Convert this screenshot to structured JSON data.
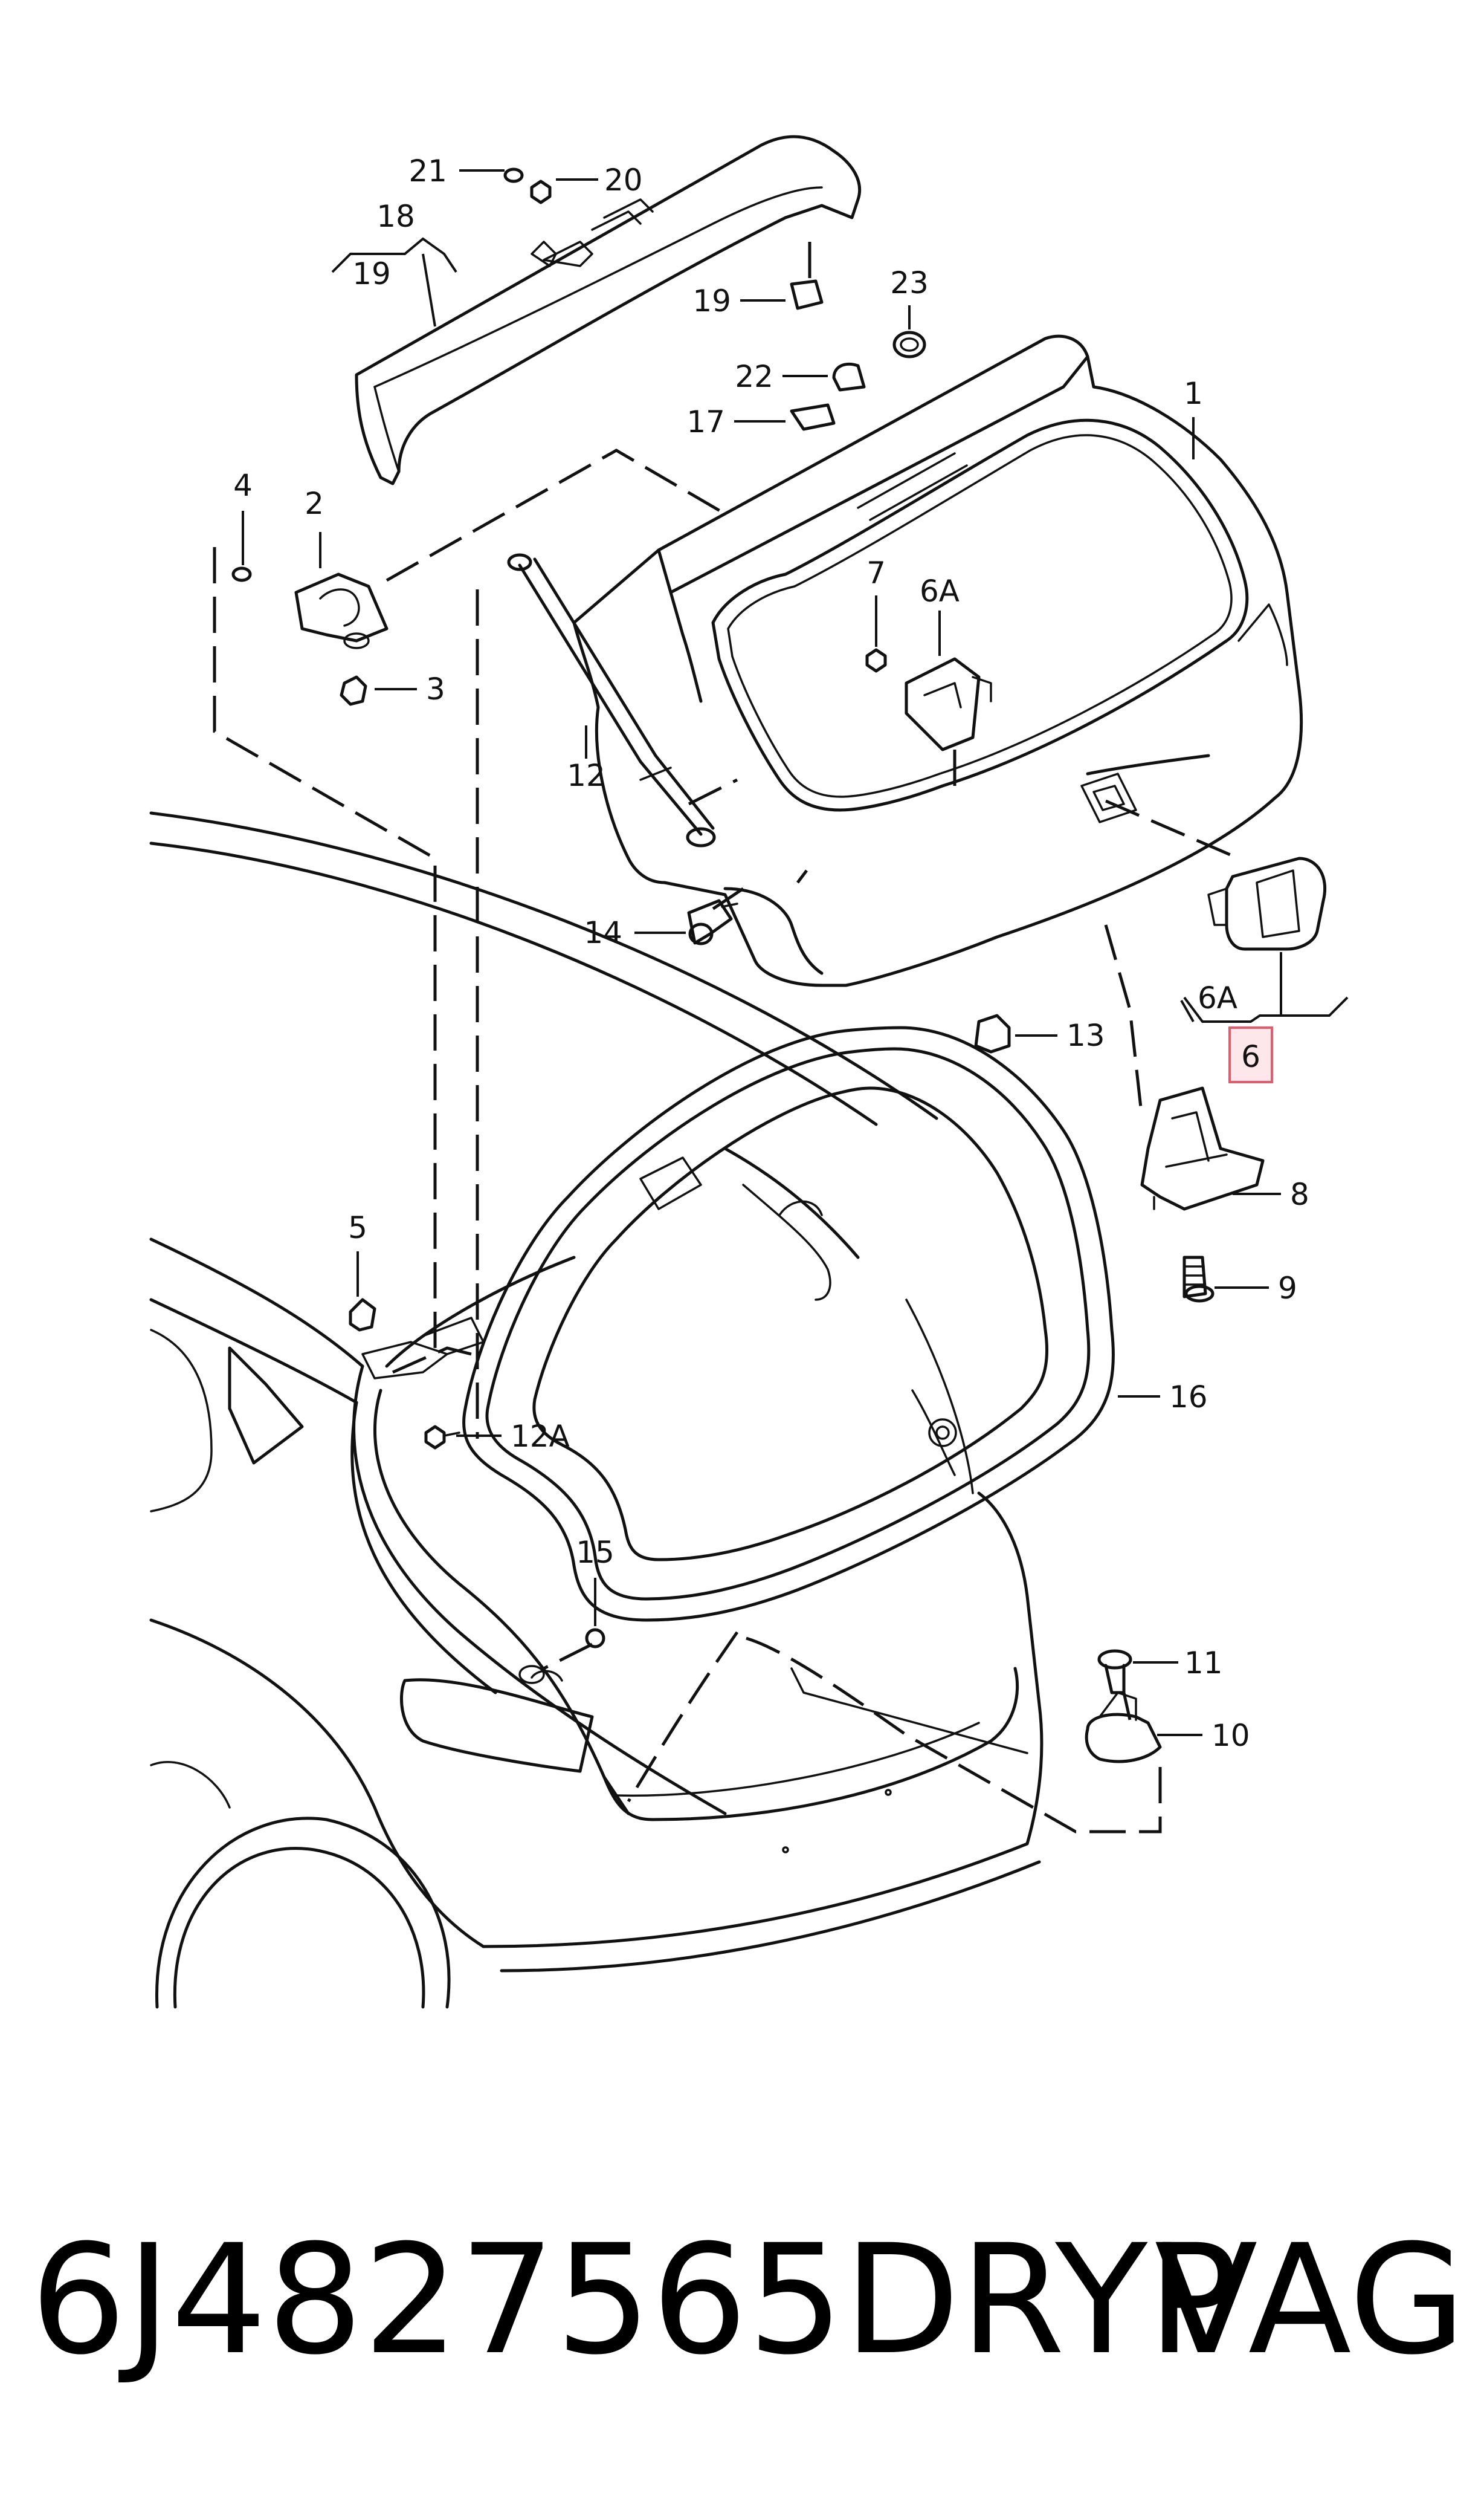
{
  "callouts": {
    "c1": "1",
    "c2": "2",
    "c3": "3",
    "c4": "4",
    "c5": "5",
    "c6": "6",
    "c6a_top": "6A",
    "c6a_bottom": "6A",
    "c7": "7",
    "c8": "8",
    "c9": "9",
    "c10": "10",
    "c11": "11",
    "c12": "12",
    "c12a": "12A",
    "c13": "13",
    "c14": "14",
    "c15": "15",
    "c16": "16",
    "c17": "17",
    "c18": "18",
    "c19_group": "19",
    "c19": "19",
    "c20": "20",
    "c21": "21",
    "c22": "22",
    "c23": "23"
  },
  "footer": {
    "part_number": "6J4827565DRYP",
    "brand": "VAG"
  },
  "colors": {
    "line": "#111111",
    "highlight_fill": "#fde7ea",
    "highlight_border": "#e45b6c"
  }
}
